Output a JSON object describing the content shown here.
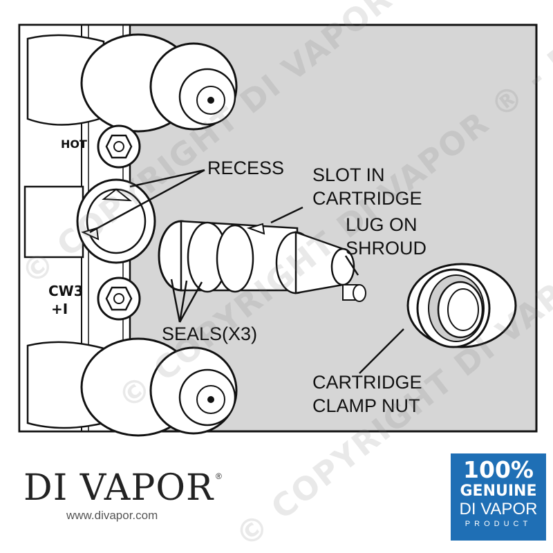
{
  "labels": {
    "hot": "HOT",
    "cw3": "CW3",
    "cw3_sub": "+I",
    "recess": "RECESS",
    "slot_line1": "SLOT IN",
    "slot_line2": "CARTRIDGE",
    "lug_line1": "LUG ON",
    "lug_line2": "SHROUD",
    "seals": "SEALS(X3)",
    "clamp_line1": "CARTRIDGE",
    "clamp_line2": "CLAMP NUT"
  },
  "watermark": "© COPYRIGHT DI VAPOR ® - DO NOT COPY -",
  "brand": {
    "name": "DI VAPOR",
    "reg": "®",
    "url": "www.divapor.com"
  },
  "badge": {
    "percent": "100%",
    "genuine": "GENUINE",
    "brand": "DI VAPOR",
    "product": "PRODUCT"
  },
  "colors": {
    "panel": "#d6d6d6",
    "line": "#111111",
    "badge": "#1f6fb5"
  }
}
